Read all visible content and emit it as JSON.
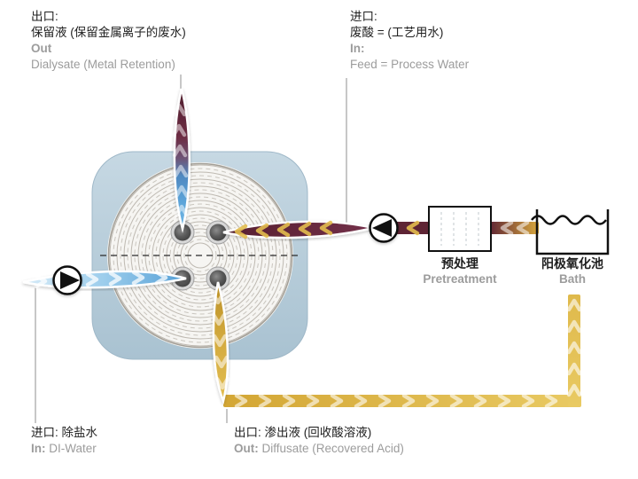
{
  "labels": {
    "top_left": {
      "line1": "出口:",
      "line2": "保留液 (保留金属离子的废水)",
      "line3": "Out",
      "line4": "Dialysate (Metal Retention)"
    },
    "top_right": {
      "line1": "进口:",
      "line2": "废酸 = (工艺用水)",
      "line3": "In:",
      "line4": "Feed = Process Water"
    },
    "bottom_left": {
      "line1": "进口: 除盐水",
      "line2_prefix": "In:",
      "line2_rest": " DI-Water"
    },
    "bottom_center": {
      "line1": "出口: 渗出液 (回收酸溶液)",
      "line2_prefix": "Out:",
      "line2_rest": " Diffusate (Recovered Acid)"
    },
    "pretreatment": {
      "zh": "预处理",
      "en": "Pretreatment"
    },
    "bath": {
      "zh": "阳极氧化池",
      "en": "Bath"
    }
  },
  "colors": {
    "module_body": "#b7cedb",
    "membrane_bg": "#f6f5f2",
    "ring_line": "#b8b4ac",
    "retentate_dark_red": "#53212f",
    "feed_maroon": "#5e2434",
    "di_water_blue": "#8ec6ea",
    "acid_gold": "#d9ad3e",
    "text_primary": "#1f1f1f",
    "text_secondary": "#9c9c9c",
    "outline_black": "#111111"
  },
  "icons": {
    "pump": "pump-icon (circle with direction triangle)",
    "pretreatment": "filter-box-icon (box with dashed lines)",
    "bath": "tank-icon (open vessel with water wave)",
    "module": "spiral-membrane-module-icon (wound rings with 4 ports)"
  }
}
